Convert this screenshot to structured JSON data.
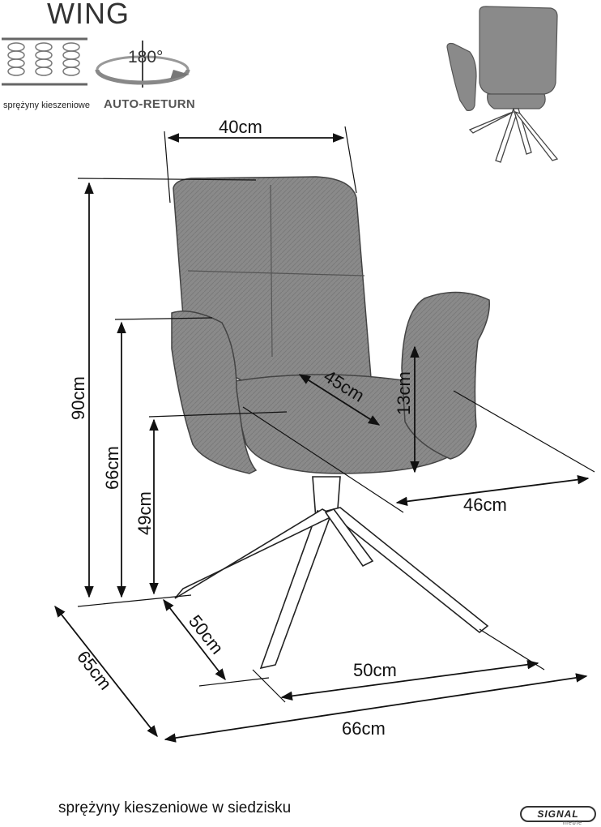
{
  "product": {
    "title": "WING",
    "spring_label": "sprężyny kieszeniowe",
    "rotation_angle": "180°",
    "auto_return": "AUTO-RETURN"
  },
  "dimensions": {
    "seat_back_width": "40cm",
    "total_height": "90cm",
    "armrest_height": "66cm",
    "seat_height": "49cm",
    "seat_depth": "45cm",
    "armrest_over_seat": "13cm",
    "seat_width": "46cm",
    "base_depth": "50cm",
    "base_width": "50cm",
    "total_depth": "65cm",
    "total_width": "66cm"
  },
  "caption": "sprężyny kieszeniowe w siedzisku",
  "brand": {
    "name": "SIGNAL",
    "sub": "meble"
  },
  "colors": {
    "fabric": "#8a8a8a",
    "fabric_dark": "#6f6f6f",
    "legs": "#ffffff",
    "lines": "#111111"
  }
}
